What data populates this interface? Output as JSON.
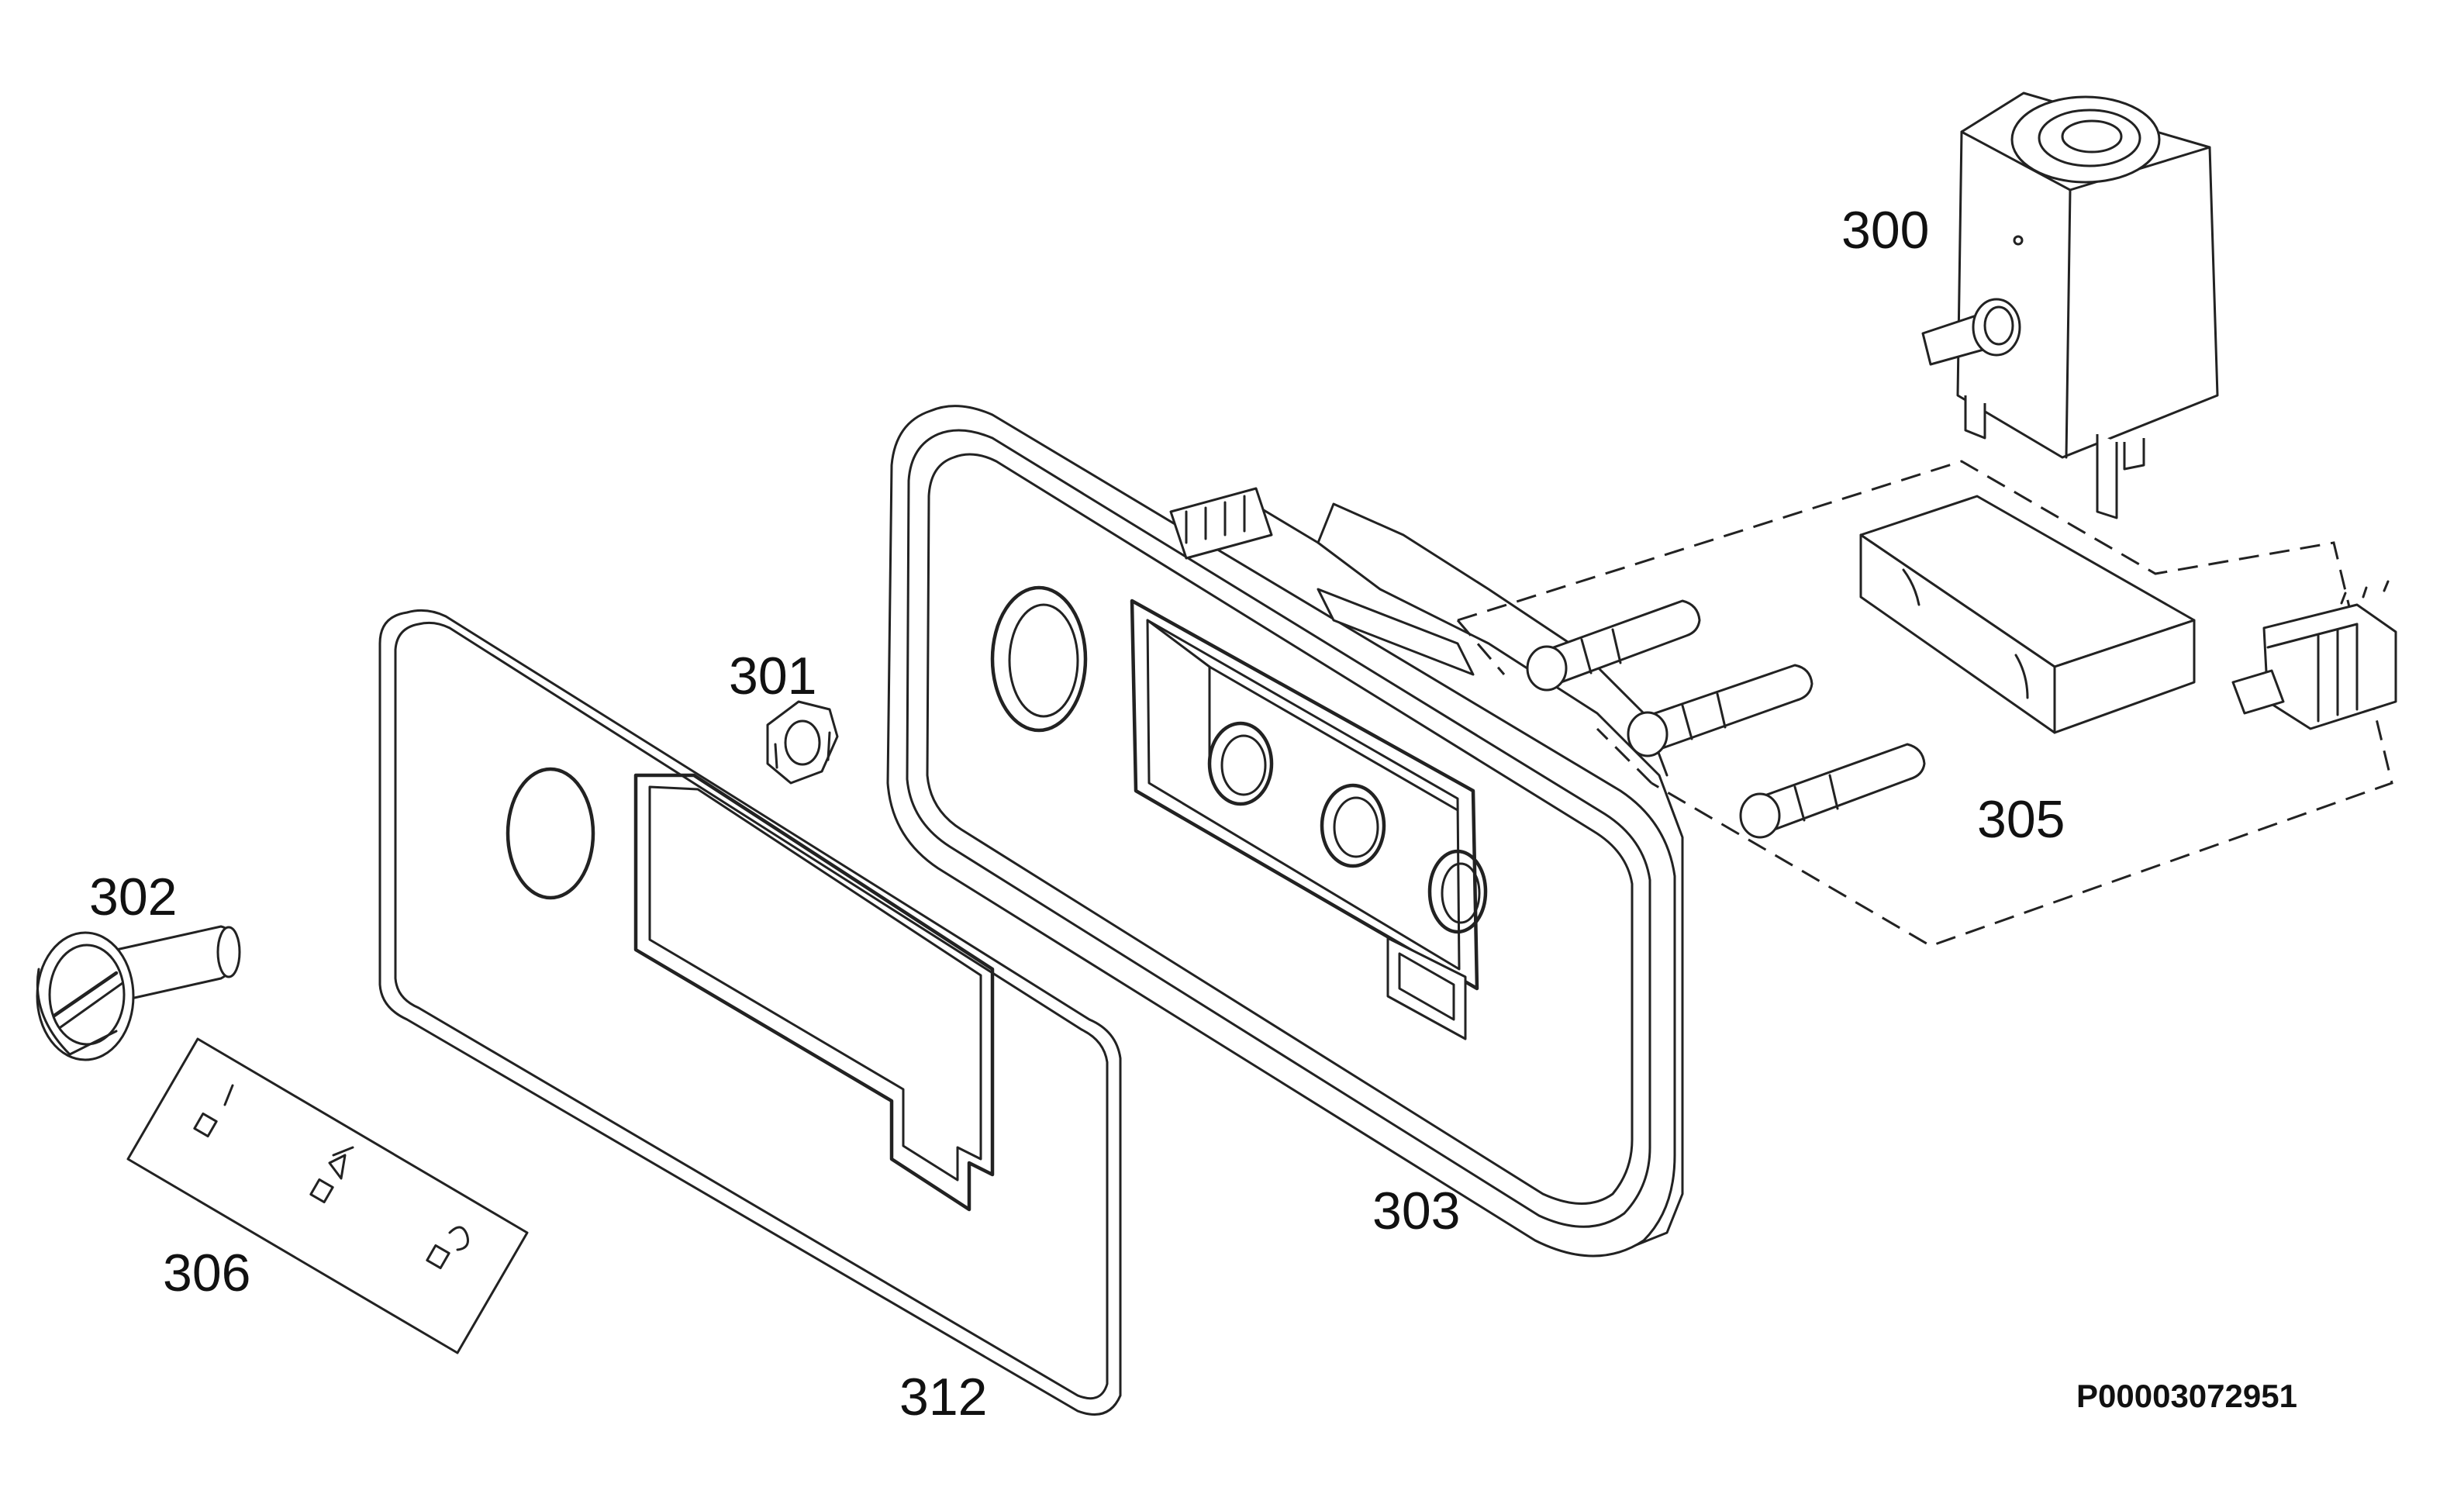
{
  "diagram": {
    "labels": {
      "p300": "300",
      "p301": "301",
      "p302": "302",
      "p303": "303",
      "p305": "305",
      "p306": "306",
      "p312": "312"
    },
    "reference_code": "P00003072951"
  }
}
